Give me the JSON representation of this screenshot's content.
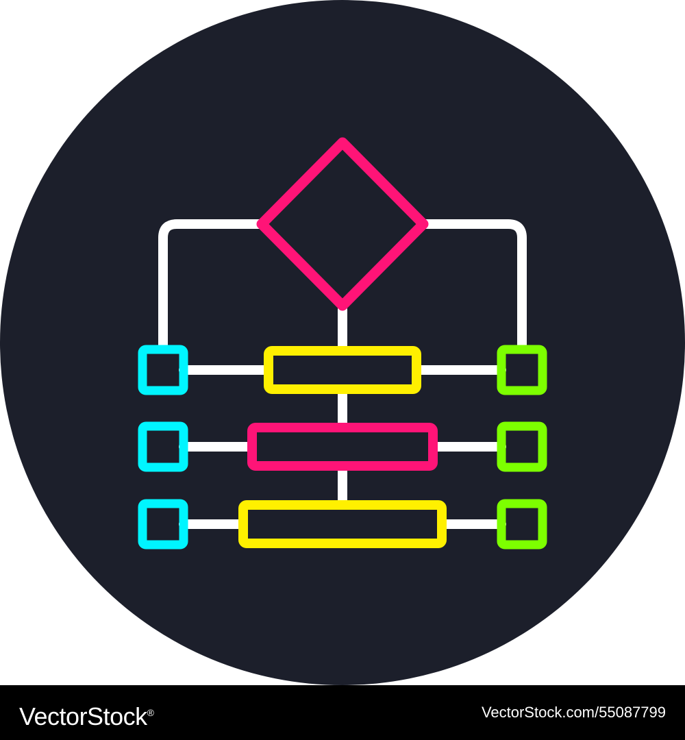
{
  "colors": {
    "circle_background": "#1c1f2b",
    "connector": "#ffffff",
    "magenta": "#ff1477",
    "yellow": "#fff000",
    "cyan": "#00f5ff",
    "lime": "#7dff00",
    "footer_background": "#000000",
    "footer_text": "#ffffff"
  },
  "icon": {
    "name": "flowchart-icon",
    "decision_node": "diamond",
    "process_rows": 3
  },
  "footer": {
    "brand": "VectorStock",
    "brand_mark": "®",
    "image_id": "VectorStock.com/55087799"
  }
}
